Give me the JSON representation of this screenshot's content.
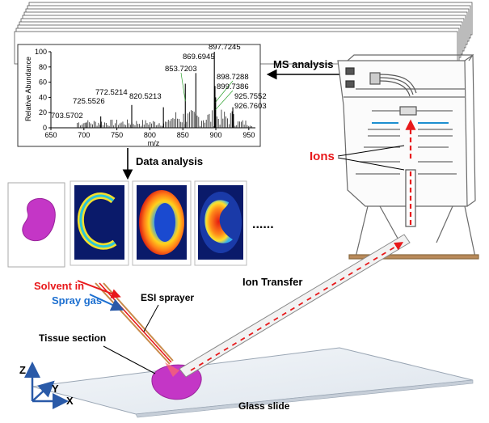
{
  "labels": {
    "ms_analysis": "MS analysis",
    "data_analysis": "Data analysis",
    "ions": "Ions",
    "solvent_in": "Solvent in",
    "spray_gas": "Spray gas",
    "esi_sprayer": "ESI sprayer",
    "ion_transfer": "Ion Transfer",
    "tissue_section": "Tissue section",
    "glass_slide": "Glass slide",
    "axis_x": "X",
    "axis_y": "Y",
    "axis_z": "Z",
    "ellipsis": "......"
  },
  "colors": {
    "red": "#e8191b",
    "blue": "#1c6fd0",
    "tissue": "#c436c6",
    "axis_blue": "#2a5aa8"
  },
  "chart_data": {
    "type": "bar",
    "title": "",
    "xlabel": "m/z",
    "ylabel": "Relative Abundance",
    "xlim": [
      650,
      960
    ],
    "ylim": [
      0,
      100
    ],
    "x_ticks": [
      650,
      700,
      750,
      800,
      850,
      900,
      950
    ],
    "y_ticks": [
      0,
      20,
      40,
      60,
      80,
      100
    ],
    "peaks": [
      {
        "mz": 703.5702,
        "abundance": 7,
        "label": "703.5702"
      },
      {
        "mz": 725.5526,
        "abundance": 15,
        "label": "725.5526"
      },
      {
        "mz": 772.5214,
        "abundance": 30,
        "label": "772.5214"
      },
      {
        "mz": 820.5213,
        "abundance": 27,
        "label": "820.5213"
      },
      {
        "mz": 853.7203,
        "abundance": 58,
        "label": "853.7203"
      },
      {
        "mz": 869.6945,
        "abundance": 72,
        "label": "869.6945"
      },
      {
        "mz": 897.7245,
        "abundance": 100,
        "label": "897.7245"
      },
      {
        "mz": 898.7288,
        "abundance": 55,
        "label": "898.7288"
      },
      {
        "mz": 899.7386,
        "abundance": 40,
        "label": "899.7386"
      },
      {
        "mz": 925.7552,
        "abundance": 27,
        "label": "925.7552"
      },
      {
        "mz": 926.7603,
        "abundance": 18,
        "label": "926.7603"
      }
    ]
  }
}
